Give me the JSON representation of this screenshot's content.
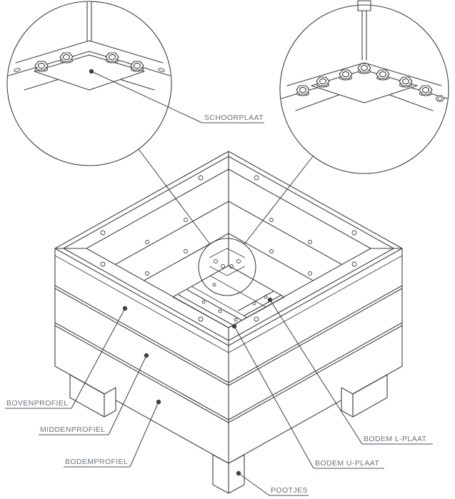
{
  "labels": {
    "schoorplaat": "SCHOORPLAAT",
    "bovenprofiel": "BOVENPROFIEL",
    "middenprofiel": "MIDDENPROFIEL",
    "bodemprofiel": "BODEMPROFIEL",
    "bodem_l_plaat": "BODEM L-PLAAT",
    "bodem_u_plaat": "BODEM U-PLAAT",
    "pootjes": "POOTJES"
  },
  "colors": {
    "background": "#ffffff",
    "line": "#3f3f3f",
    "label": "#6a737d"
  }
}
